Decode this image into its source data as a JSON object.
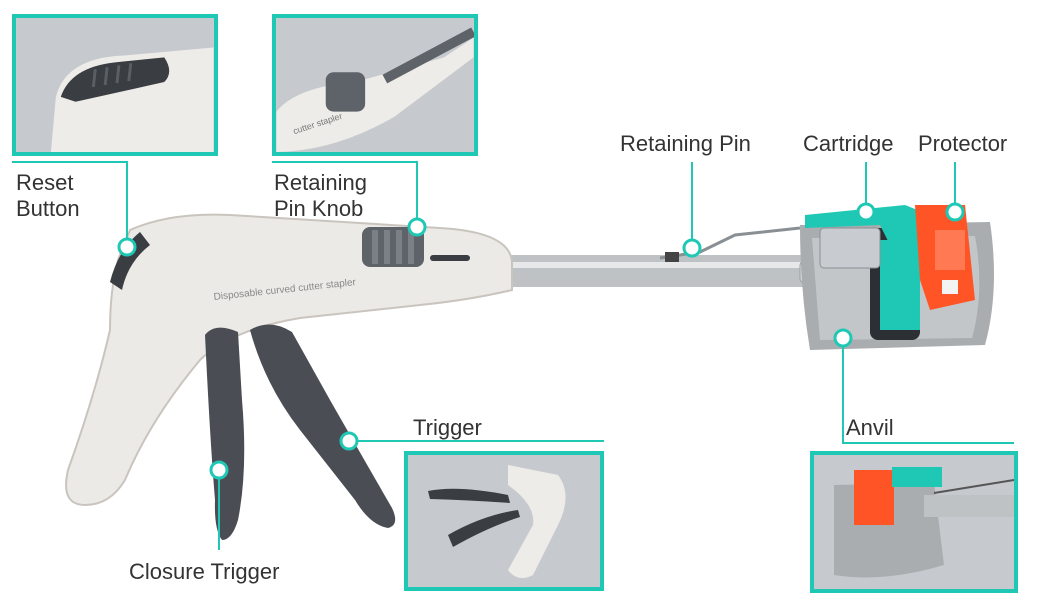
{
  "accent_color": "#1ec8b4",
  "product_text": "Disposable curved cutter stapler",
  "inset_text": "cutter stapler",
  "labels": {
    "reset_button": [
      "Reset",
      "Button"
    ],
    "retaining_pin_knob": [
      "Retaining",
      "Pin Knob"
    ],
    "retaining_pin": "Retaining Pin",
    "cartridge": "Cartridge",
    "protector": "Protector",
    "trigger": "Trigger",
    "anvil": "Anvil",
    "closure_trigger": "Closure Trigger"
  }
}
